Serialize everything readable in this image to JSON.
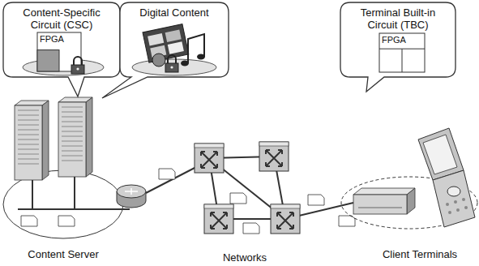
{
  "diagram": {
    "nodes": [
      {
        "text": [
          "Content-Specific Circuit (CSC)"
        ]
      },
      {
        "text": [
          "FPGA"
        ],
        "in": 0
      },
      {
        "text": [
          "Digital Content"
        ]
      },
      {
        "text": [
          "Terminal Built-in Circuit (TBC)"
        ]
      },
      {
        "text": [
          "FPGA"
        ],
        "in": 3
      }
    ],
    "labels": [
      "Content Server",
      "Networks",
      "Client Terminals"
    ]
  }
}
